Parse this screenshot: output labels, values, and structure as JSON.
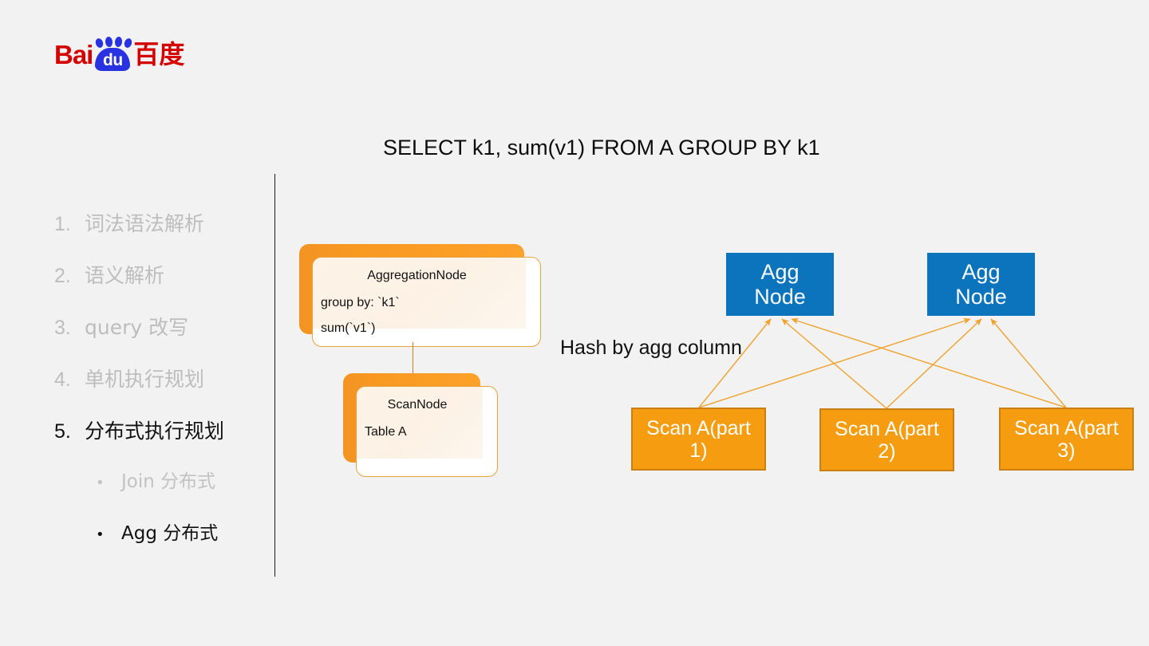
{
  "logo": {
    "text_left": "Bai",
    "paw_text": "du",
    "text_cn": "百度",
    "name": "baidu-logo"
  },
  "slide": {
    "title": "SELECT k1, sum(v1) FROM A GROUP BY k1",
    "background": "#f2f2f2"
  },
  "agenda": {
    "items": [
      {
        "index": "1.",
        "label": "词法语法解析",
        "state": "dim"
      },
      {
        "index": "2.",
        "label": "语义解析",
        "state": "dim"
      },
      {
        "index": "3.",
        "label": "query 改写",
        "state": "dim"
      },
      {
        "index": "4.",
        "label": "单机执行规划",
        "state": "dim"
      },
      {
        "index": "5.",
        "label": "分布式执行规划",
        "state": "active"
      }
    ],
    "sub_items": [
      {
        "bullet": "•",
        "label": "Join 分布式",
        "state": "dim"
      },
      {
        "bullet": "•",
        "label": "Agg 分布式",
        "state": "active"
      }
    ]
  },
  "single_plan": {
    "aggregation_node": {
      "heading": "AggregationNode",
      "line1": "group by: `k1`",
      "line2": "sum(`v1`)"
    },
    "scan_node": {
      "heading": "ScanNode",
      "line1": "Table A"
    }
  },
  "distributed_plan": {
    "hash_label": "Hash by agg column",
    "agg_nodes": [
      {
        "line1": "Agg",
        "line2": "Node"
      },
      {
        "line1": "Agg",
        "line2": "Node"
      }
    ],
    "scan_nodes": [
      {
        "line1": "Scan A(part",
        "line2": "1)"
      },
      {
        "line1": "Scan A(part",
        "line2": "2)"
      },
      {
        "line1": "Scan A(part",
        "line2": "3)"
      }
    ]
  },
  "colors": {
    "agg_blue": "#0b74bd",
    "scan_orange": "#f59c10",
    "scan_border": "#c97f14",
    "arrow": "#f0a22e",
    "card_orange": "#f89a22",
    "card_border": "#e8a33d",
    "dim_text": "#bdbdbd",
    "active_text": "#111111",
    "logo_red": "#d40000",
    "logo_blue": "#2932e1"
  }
}
